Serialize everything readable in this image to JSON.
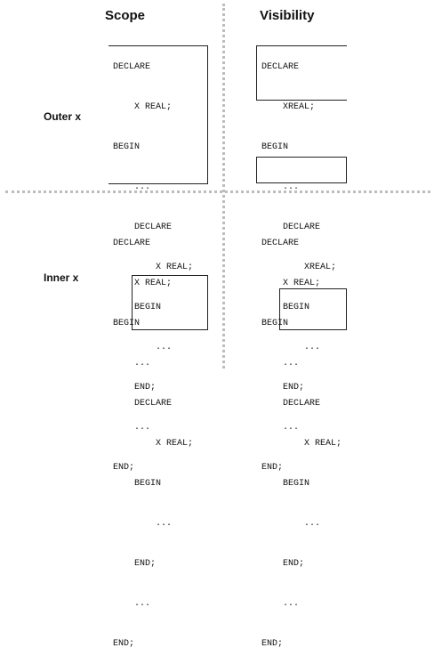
{
  "headers": {
    "scope": "Scope",
    "visibility": "Visibility"
  },
  "row_labels": {
    "outer": "Outer x",
    "inner": "Inner x"
  },
  "panels": {
    "outer_scope": [
      "DECLARE",
      "    X REAL;",
      "BEGIN",
      "    ...",
      "    DECLARE",
      "        X REAL;",
      "    BEGIN",
      "        ...",
      "    END;",
      "    ...",
      "END;"
    ],
    "outer_visibility": [
      "DECLARE",
      "    XREAL;",
      "BEGIN",
      "    ...",
      "    DECLARE",
      "        XREAL;",
      "    BEGIN",
      "        ...",
      "    END;",
      "    ...",
      "END;"
    ],
    "inner_scope": [
      "DECLARE",
      "    X REAL;",
      "BEGIN",
      "    ...",
      "    DECLARE",
      "        X REAL;",
      "    BEGIN",
      "        ...",
      "    END;",
      "    ...",
      "END;"
    ],
    "inner_visibility": [
      "DECLARE",
      "    X REAL;",
      "BEGIN",
      "    ...",
      "    DECLARE",
      "        X REAL;",
      "    BEGIN",
      "        ...",
      "    END;",
      "    ...",
      "END;"
    ]
  }
}
